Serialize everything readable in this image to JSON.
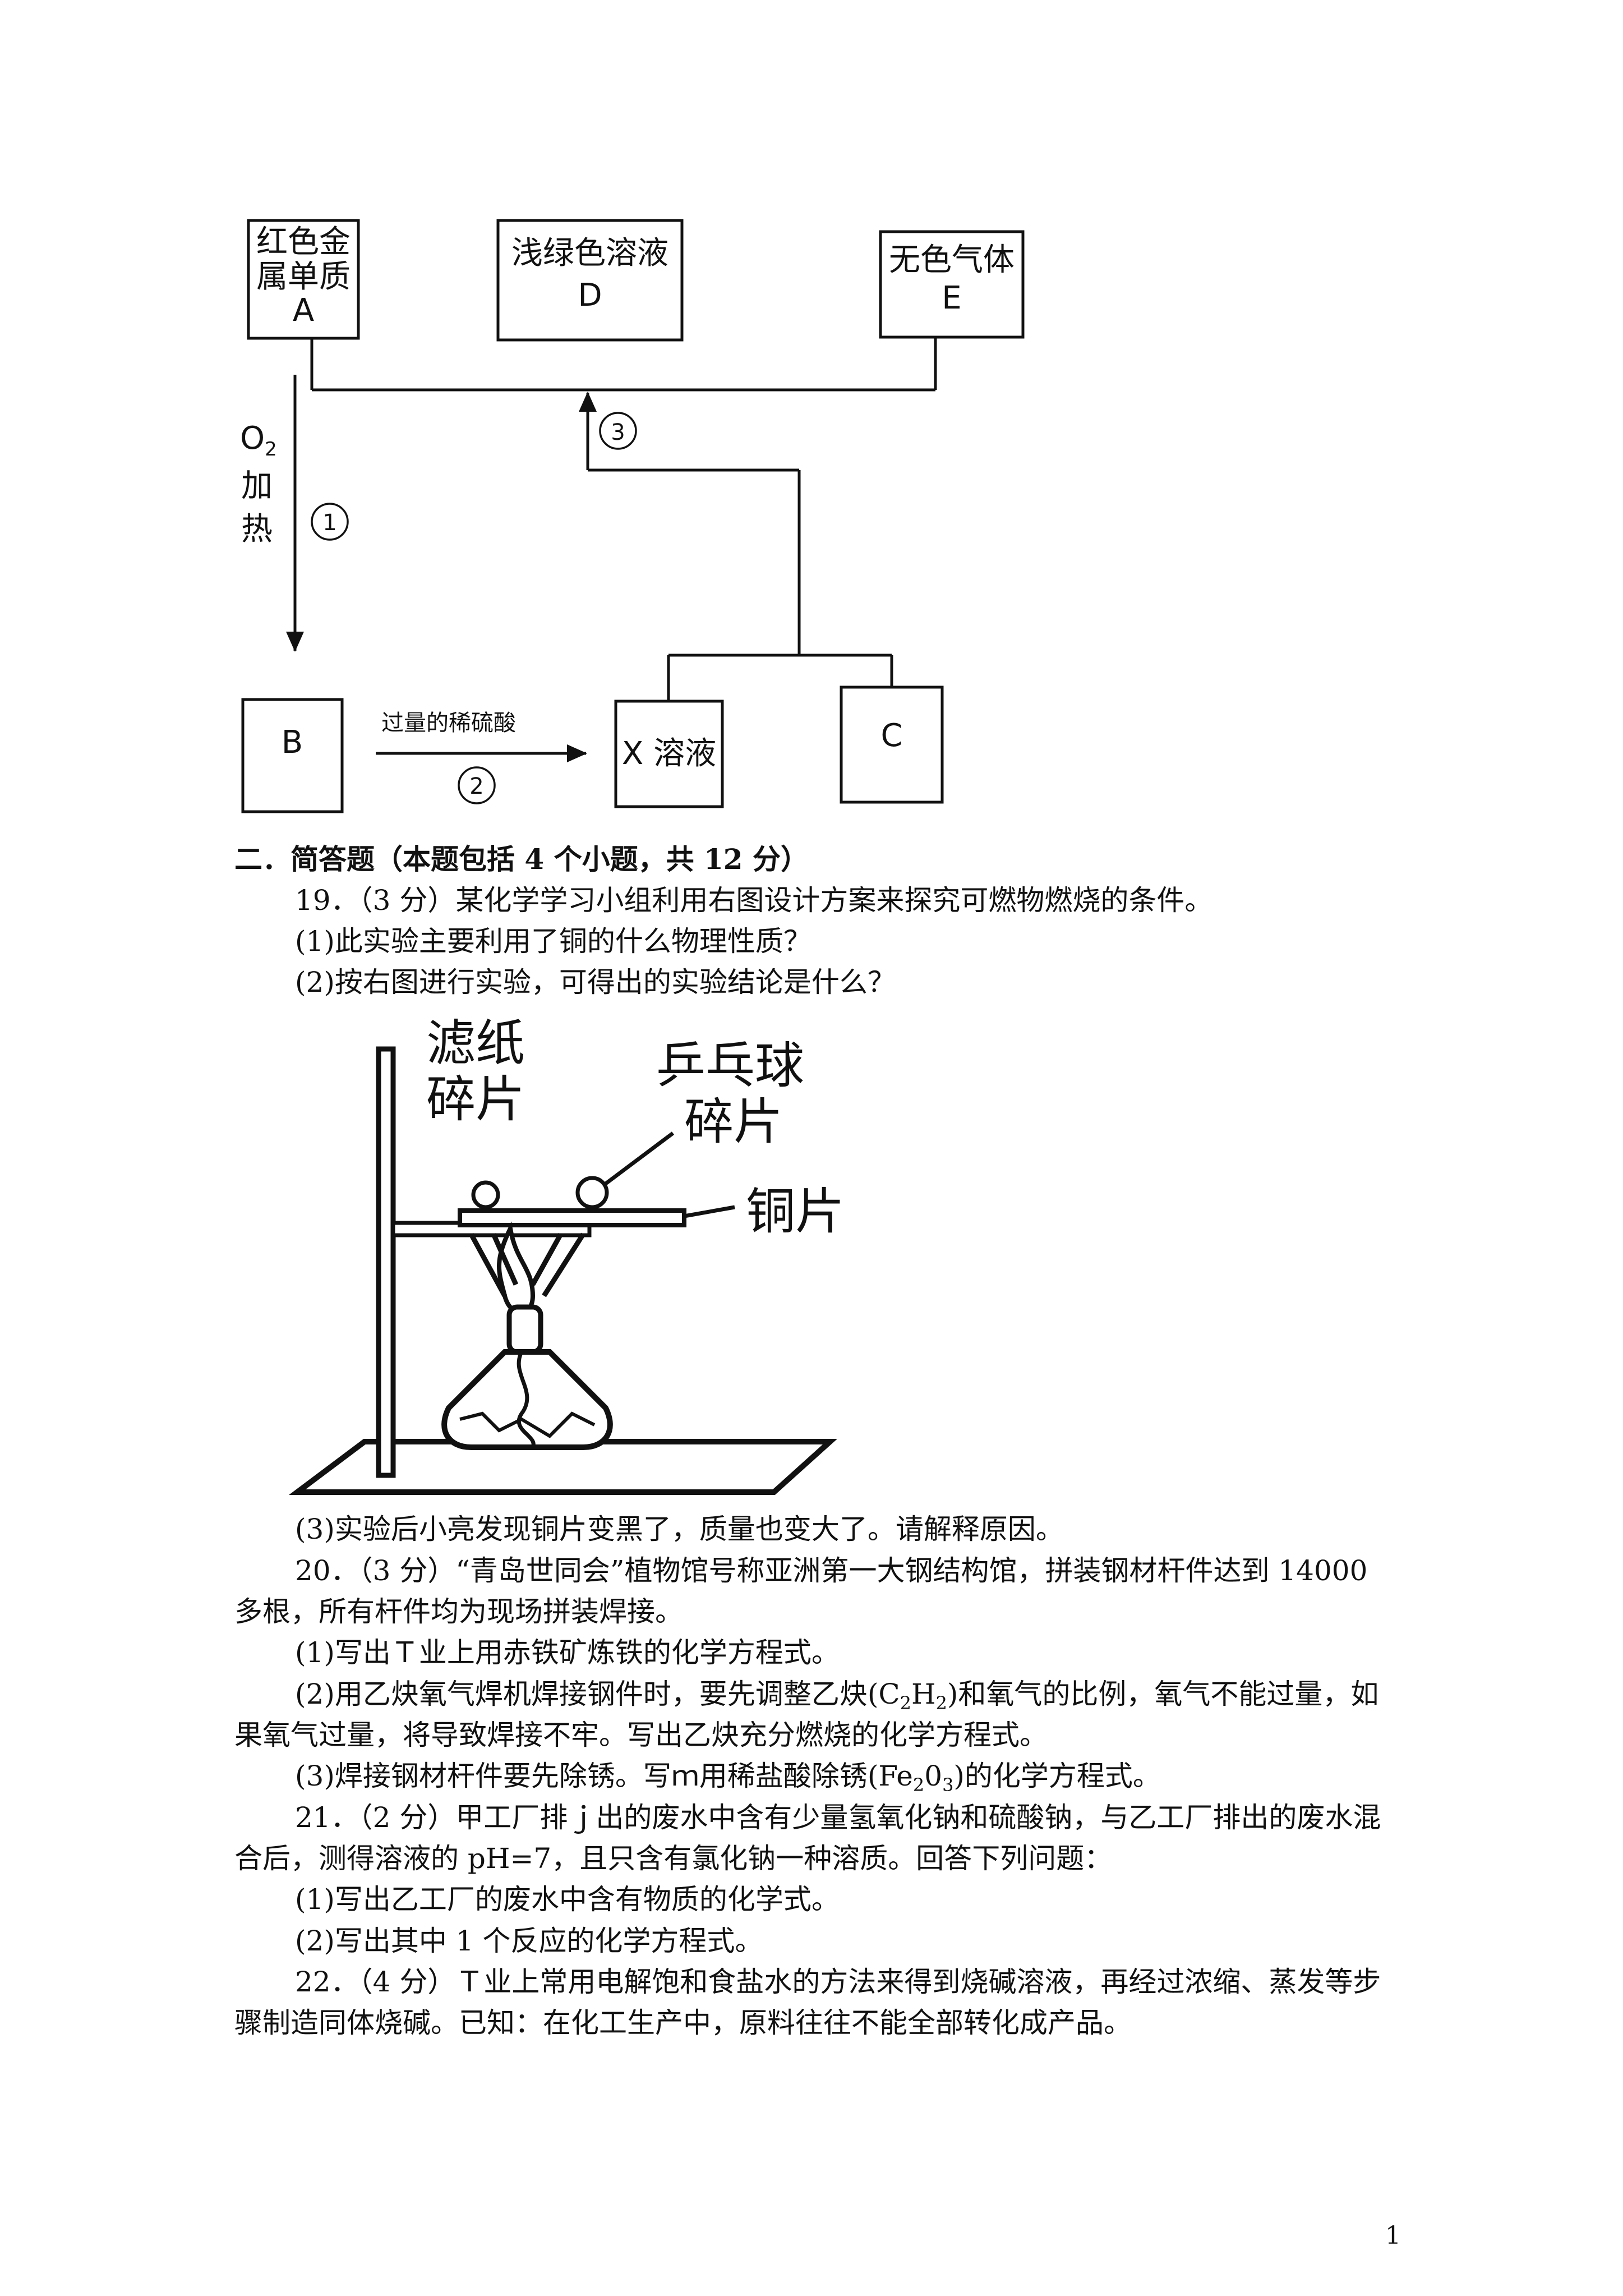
{
  "flow_diagram": {
    "box_A": {
      "line1": "红色金",
      "line2": "属单质",
      "letter": "A"
    },
    "box_D": {
      "line1": "浅绿色溶液",
      "letter": "D"
    },
    "box_E": {
      "line1": "无色气体",
      "letter": "E"
    },
    "box_B": {
      "letter": "B"
    },
    "box_X": {
      "label": "X 溶液"
    },
    "box_C": {
      "letter": "C"
    },
    "step1": {
      "o2": "O",
      "o2_sub": "2",
      "heat1": "加",
      "heat2": "热",
      "num": "①"
    },
    "step2": {
      "reagent": "过量的稀硫酸",
      "num": "②"
    },
    "step3": {
      "num": "③"
    }
  },
  "section2": {
    "heading": "二．简答题（本题包括 4 个小题，共 12 分）"
  },
  "q19": {
    "stem": "19．（3 分）某化学学习小组利用右图设计方案来探究可燃物燃烧的条件。",
    "p1": "(1)此实验主要利用了铜的什么物理性质？",
    "p2": "(2)按右图进行实验，可得出的实验结论是什么？",
    "p3": "(3)实验后小亮发现铜片变黑了，质量也变大了。请解释原因。"
  },
  "apparatus": {
    "filter_paper_1": "滤纸",
    "filter_paper_2": "碎片",
    "pingpong_1": "乒乓球",
    "pingpong_2": "碎片",
    "copper": "铜片"
  },
  "q20": {
    "stem1": "20．（3 分）“青岛世同会”植物馆号称亚洲第一大钢结构馆，拼装钢材杆件达到 14000",
    "stem2": "多根，所有杆件均为现场拼装焊接。",
    "p1": "(1)写出Ｔ业上用赤铁矿炼铁的化学方程式。",
    "p2a": "(2)用乙炔氧气焊机焊接钢件时，要先调整乙炔(C",
    "p2_sub1": "2",
    "p2b": "H",
    "p2_sub2": "2",
    "p2c": ")和氧气的比例，氧气不能过量，如",
    "p2_line2": "果氧气过量，将导致焊接不牢。写出乙炔充分燃烧的化学方程式。",
    "p3a": "(3)焊接钢材杆件要先除锈。写ｍ用稀盐酸除锈(Fe",
    "p3_sub1": "2",
    "p3b": "0",
    "p3_sub2": "3",
    "p3c": ")的化学方程式。"
  },
  "q21": {
    "stem1": "21．（2 分）甲工厂排ｊ出的废水中含有少量氢氧化钠和硫酸钠，与乙工厂排出的废水混",
    "stem2": "合后，测得溶液的 pH=7，且只含有氯化钠一种溶质。回答下列问题：",
    "p1": "(1)写出乙工厂的废水中含有物质的化学式。",
    "p2": "(2)写出其中 1 个反应的化学方程式。"
  },
  "q22": {
    "stem1": "22．（4 分）Ｔ业上常用电解饱和食盐水的方法来得到烧碱溶液，再经过浓缩、蒸发等步",
    "stem2": "骤制造同体烧碱。已知：在化工生产中，原料往往不能全部转化成产品。"
  },
  "page_number": "1"
}
